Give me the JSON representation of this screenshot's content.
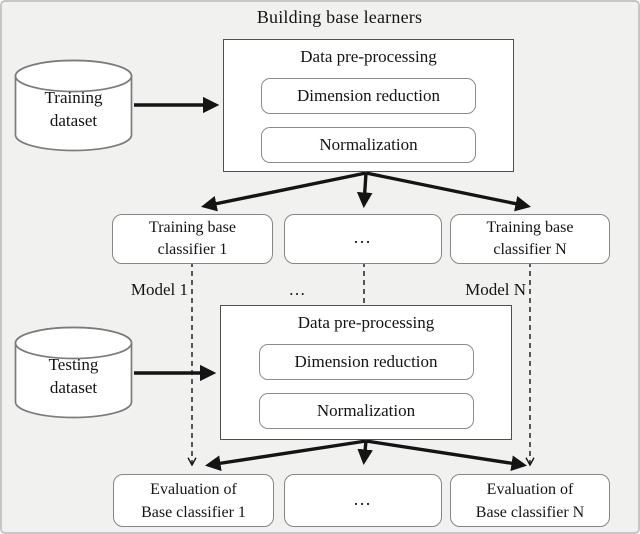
{
  "title": "Building base learners",
  "colors": {
    "background": "#f1f1f0",
    "frame_border": "#c6c6c6",
    "panel_border": "#4f4f4f",
    "node_border": "#868686",
    "arrow": "#141414",
    "box_fill": "#ffffff"
  },
  "training": {
    "dataset": {
      "line1": "Training",
      "line2": "dataset"
    },
    "preprocessing": {
      "title": "Data pre-processing",
      "step1": "Dimension reduction",
      "step2": "Normalization"
    },
    "classifier_1": {
      "line1": "Training base",
      "line2": "classifier 1"
    },
    "classifier_ellipsis": "…",
    "classifier_n": {
      "line1": "Training base",
      "line2": "classifier N"
    },
    "model_1": "Model 1",
    "model_ellipsis": "…",
    "model_n": "Model N"
  },
  "testing": {
    "dataset": {
      "line1": "Testing",
      "line2": "dataset"
    },
    "preprocessing": {
      "title": "Data pre-processing",
      "step1": "Dimension reduction",
      "step2": "Normalization"
    },
    "evaluation_1": {
      "line1": "Evaluation of",
      "line2": "Base classifier 1"
    },
    "evaluation_ellipsis": "…",
    "evaluation_n": {
      "line1": "Evaluation of",
      "line2": "Base classifier N"
    }
  }
}
